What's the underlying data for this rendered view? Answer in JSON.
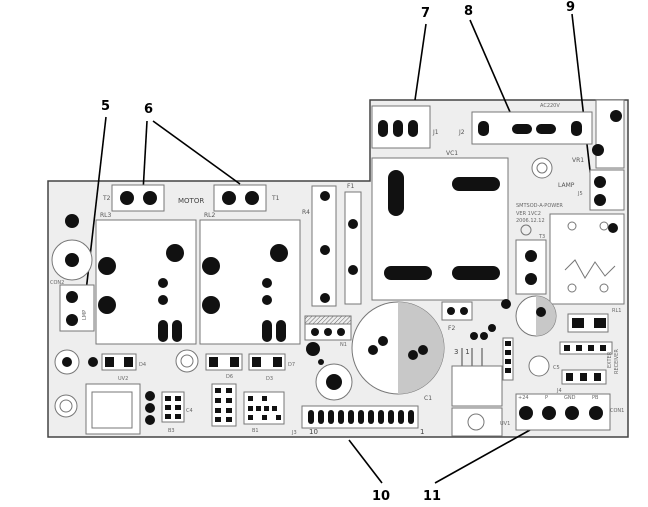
{
  "callouts": {
    "c5": "5",
    "c6": "6",
    "c7": "7",
    "c8": "8",
    "c9": "9",
    "c10": "10",
    "c11": "11"
  },
  "board_labels": {
    "t2": "T2",
    "motor": "MOTOR",
    "t1": "T1",
    "rl3": "RL3",
    "rl2": "RL2",
    "r4": "R4",
    "f1": "F1",
    "con2": "CON2",
    "lmp": "LMP",
    "j1": "J1",
    "j2": "J2",
    "vc1": "VC1",
    "ac220v": "AC220V",
    "vr1": "VR1",
    "lamp": "LAMP",
    "j5": "J5",
    "board_id": "SMTSOD-A-POWER",
    "ver": "VER 1VC2",
    "date": "2006.12.12",
    "f2": "F2",
    "n1": "N1",
    "c1": "C1",
    "rl1": "RL1",
    "extern": "EXTER",
    "receiver": "RECEIVER",
    "plus24": "+24",
    "p": "P",
    "gnd": "GND",
    "pb": "PB",
    "con1": "CON1",
    "j3": "J3",
    "ten": "10",
    "one": "1",
    "uv2": "UV2",
    "uv1": "UV1",
    "d4": "D4",
    "d6": "D6",
    "d7": "D7",
    "d3": "D3",
    "b1": "B1",
    "b3": "B3",
    "c4": "C4",
    "c5_board": "C5",
    "j4": "J4",
    "t3": "T3"
  }
}
